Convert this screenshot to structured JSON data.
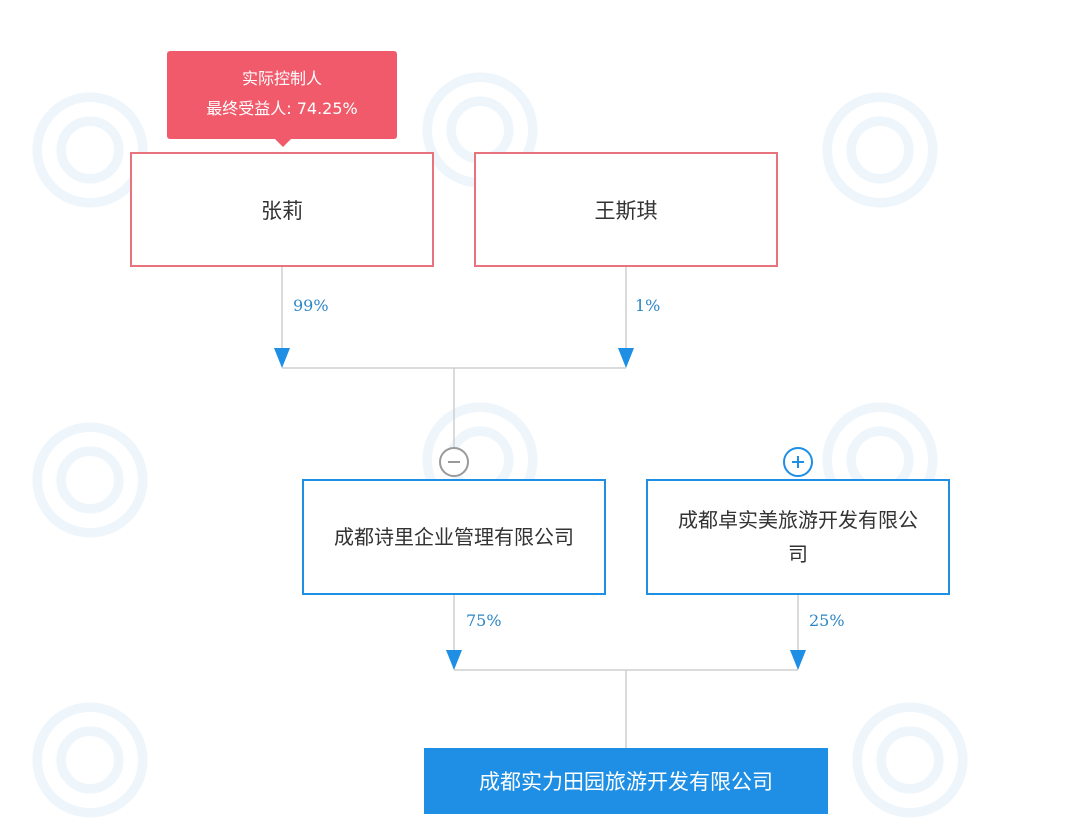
{
  "controller_tag": {
    "title": "实际控制人",
    "beneficiary": "最终受益人: 74.25%"
  },
  "shareholders": [
    {
      "name": "张莉",
      "share": "99%"
    },
    {
      "name": "王斯琪",
      "share": "1%"
    }
  ],
  "intermediate_companies": [
    {
      "name": "成都诗里企业管理有限公司",
      "share": "75%",
      "toggle": "collapse"
    },
    {
      "name": "成都卓实美旅游开发有限公司",
      "share": "25%",
      "toggle": "expand"
    }
  ],
  "target_company": {
    "name": "成都实力田园旅游开发有限公司"
  },
  "colors": {
    "controller": "#f05a6b",
    "person_border": "#e8737d",
    "company_border": "#1e8fe4",
    "target_fill": "#1e8fe4",
    "arrow": "#1e8fe4",
    "line": "#cfcfcf",
    "percent_text": "#2b86c5"
  },
  "icons": {
    "collapse": "minus-circle-icon",
    "expand": "plus-circle-icon",
    "watermark": "qcc-logo-watermark-icon"
  }
}
